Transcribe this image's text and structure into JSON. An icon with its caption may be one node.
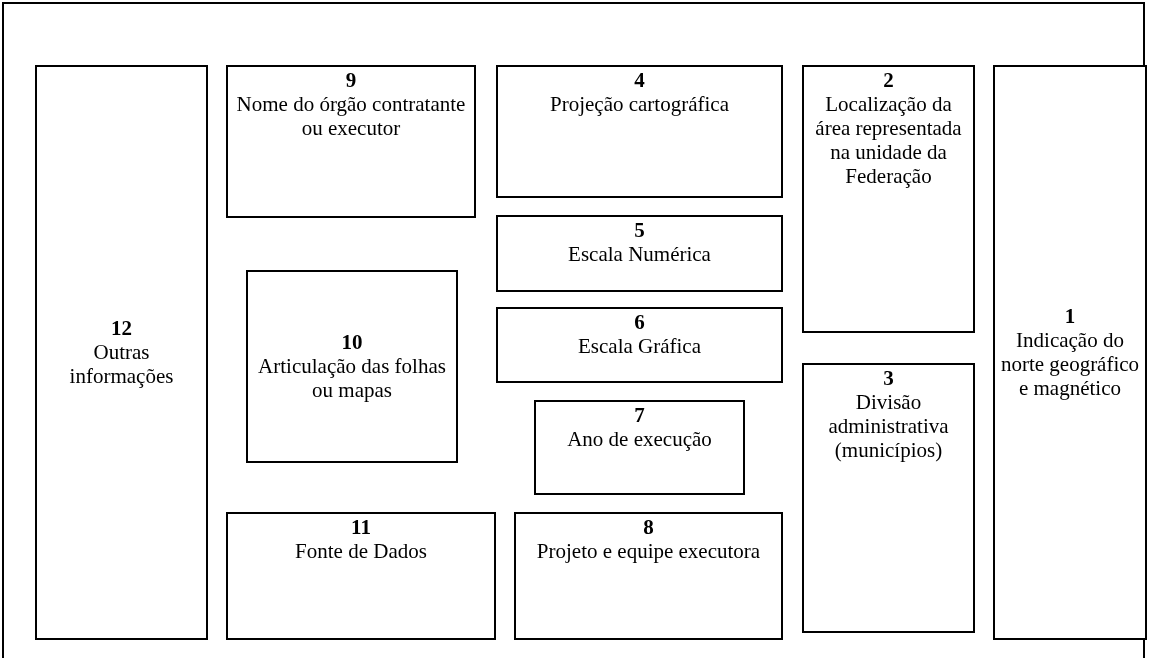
{
  "diagram": {
    "nodes": [
      {
        "text": [
          "12",
          "Outras informações"
        ]
      },
      {
        "text": [
          "9",
          "Nome do órgão contratante ou executor"
        ]
      },
      {
        "text": [
          "4",
          "Projeção cartográfica"
        ]
      },
      {
        "text": [
          "2",
          "Localização da área representada na unidade da Federação"
        ]
      },
      {
        "text": [
          "1",
          "Indicação do norte geográfico e magnético"
        ]
      },
      {
        "text": [
          "5",
          "Escala Numérica"
        ]
      },
      {
        "text": [
          "10",
          "Articulação das folhas ou mapas"
        ]
      },
      {
        "text": [
          "6",
          "Escala Gráfica"
        ]
      },
      {
        "text": [
          "3",
          "Divisão administrativa (municípios)"
        ]
      },
      {
        "text": [
          "7",
          "Ano de execução"
        ]
      },
      {
        "text": [
          "11",
          "Fonte de Dados"
        ]
      },
      {
        "text": [
          "8",
          "Projeto e equipe executora"
        ]
      }
    ],
    "edges": []
  }
}
